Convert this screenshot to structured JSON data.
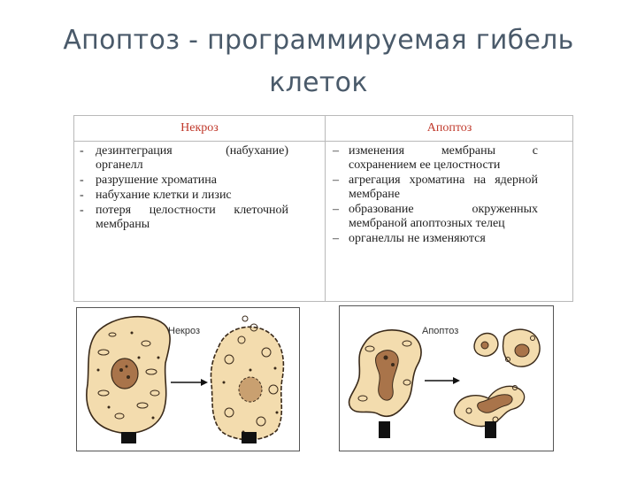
{
  "slide": {
    "title_line1": "Апоптоз - программируемая гибель",
    "title_line2": "клеток"
  },
  "table": {
    "necrosis_header": "Некроз",
    "apoptosis_header": "Апоптоз",
    "necrosis_items": [
      "дезинтеграция (набухание) органелл",
      "разрушение хроматина",
      "набухание клетки и лизис",
      "потеря целостности клеточной мембраны"
    ],
    "apoptosis_items": [
      "изменения мембраны с сохранением ее целостности",
      "агрегация хроматина на ядерной мембране",
      "образование окруженных мембраной апоптозных телец",
      "органеллы не изменяются"
    ]
  },
  "figures": {
    "necrosis_label": "Некроз",
    "apoptosis_label": "Апоптоз"
  },
  "colors": {
    "cell_fill": "#f3dcae",
    "nucleus_fill": "#a9744a",
    "header_red": "#c0392b",
    "title_gray": "#4a5a6a"
  }
}
